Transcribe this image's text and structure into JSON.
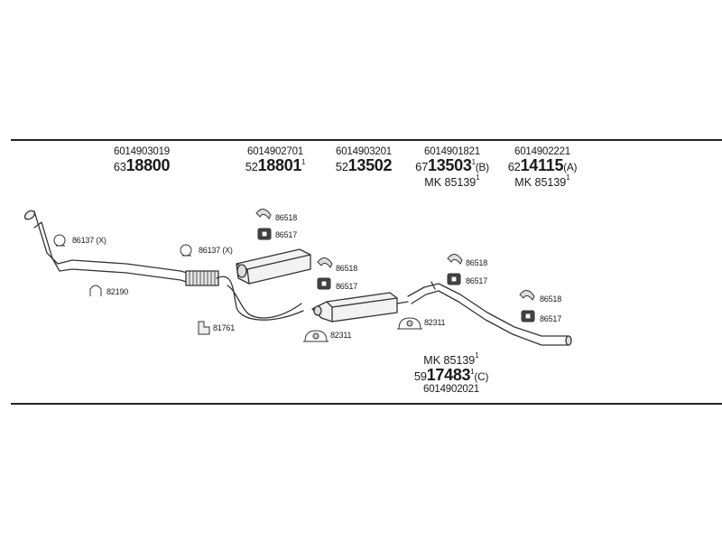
{
  "top_assemblies": [
    {
      "part_no": "6014903019",
      "prefix": "63",
      "code": "18800",
      "superscript": "",
      "suffix": "",
      "mk": "",
      "mk_sup": ""
    },
    {
      "part_no": "6014902701",
      "prefix": "52",
      "code": "18801",
      "superscript": "1",
      "suffix": "",
      "mk": "",
      "mk_sup": ""
    },
    {
      "part_no": "6014903201",
      "prefix": "52",
      "code": "13502",
      "superscript": "",
      "suffix": "",
      "mk": "",
      "mk_sup": ""
    },
    {
      "part_no": "6014901821",
      "prefix": "67",
      "code": "13503",
      "superscript": "1",
      "suffix": "(B)",
      "mk": "MK  85139",
      "mk_sup": "1"
    },
    {
      "part_no": "6014902221",
      "prefix": "62",
      "code": "14115",
      "superscript": "",
      "suffix": "(A)",
      "mk": "MK  85139",
      "mk_sup": "1"
    }
  ],
  "bottom_assembly": {
    "mk": "MK  85139",
    "mk_sup": "1",
    "prefix": "59",
    "code": "17483",
    "superscript": "1",
    "suffix": "(C)",
    "part_no": "6014902021"
  },
  "part_labels": {
    "clamp_front": "86137 (X)",
    "clamp_mid": "86137 (X)",
    "ubolt": "82190",
    "bracket": "81761",
    "hanger_top_a": "86518",
    "rubber_top_a": "86517",
    "hanger_mid": "86518",
    "rubber_mid": "86517",
    "clamp_82311_a": "82311",
    "clamp_82311_b": "82311",
    "hanger_right_a": "86518",
    "rubber_right_a": "86517",
    "hanger_right_b": "86518",
    "rubber_right_b": "86517"
  },
  "icons": [
    "pipe-clamp-icon",
    "u-bolt-icon",
    "mounting-bracket-icon",
    "hanger-icon",
    "rubber-mount-icon",
    "exhaust-clamp-icon"
  ]
}
